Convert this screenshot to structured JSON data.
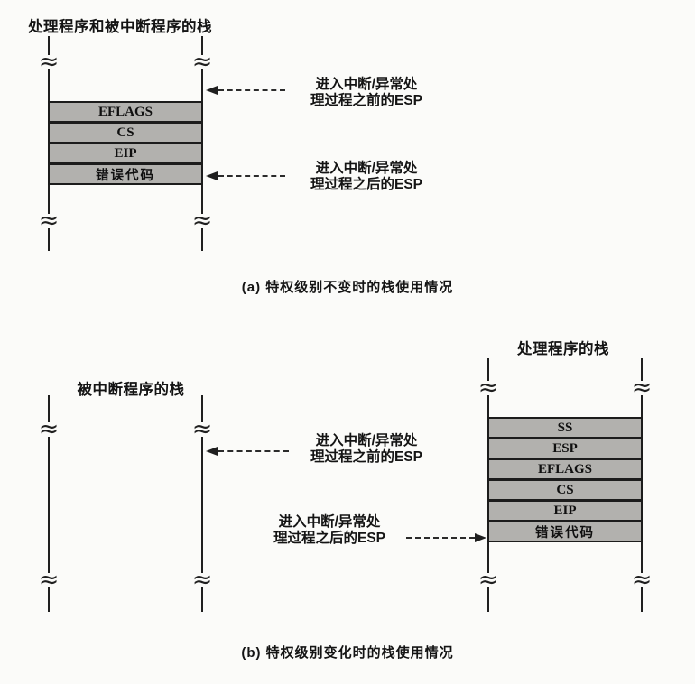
{
  "page": {
    "background_color": "#fbfbf9",
    "line_color": "#1f1f1f",
    "stack_box_fill": "#b2b1ae"
  },
  "diagram_a": {
    "title": "处理程序和被中断程序的栈",
    "stack_rows": [
      "EFLAGS",
      "CS",
      "EIP",
      "错误代码"
    ],
    "esp_before_label": {
      "line1": "进入中断/异常处",
      "line2": "理过程之前的ESP"
    },
    "esp_after_label": {
      "line1": "进入中断/异常处",
      "line2": "理过程之后的ESP"
    },
    "caption": "(a) 特权级别不变时的栈使用情况"
  },
  "diagram_b": {
    "interrupted_stack_title": "被中断程序的栈",
    "handler_stack_title": "处理程序的栈",
    "stack_rows": [
      "SS",
      "ESP",
      "EFLAGS",
      "CS",
      "EIP",
      "错误代码"
    ],
    "esp_before_label": {
      "line1": "进入中断/异常处",
      "line2": "理过程之前的ESP"
    },
    "esp_after_label": {
      "line1": "进入中断/异常处",
      "line2": "理过程之后的ESP"
    },
    "caption": "(b) 特权级别变化时的栈使用情况"
  }
}
